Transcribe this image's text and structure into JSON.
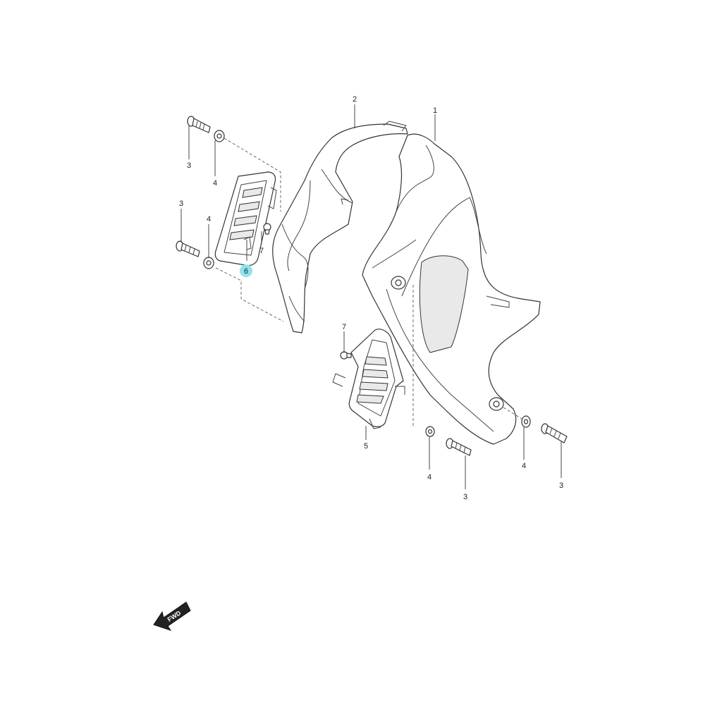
{
  "diagram": {
    "callouts": {
      "part1": "1",
      "part2": "2",
      "part3": "3",
      "part4": "4",
      "part5": "5",
      "part6": "6",
      "part7": "7"
    },
    "highlight_color": "#8fe3ec",
    "direction_label": "FWD"
  }
}
